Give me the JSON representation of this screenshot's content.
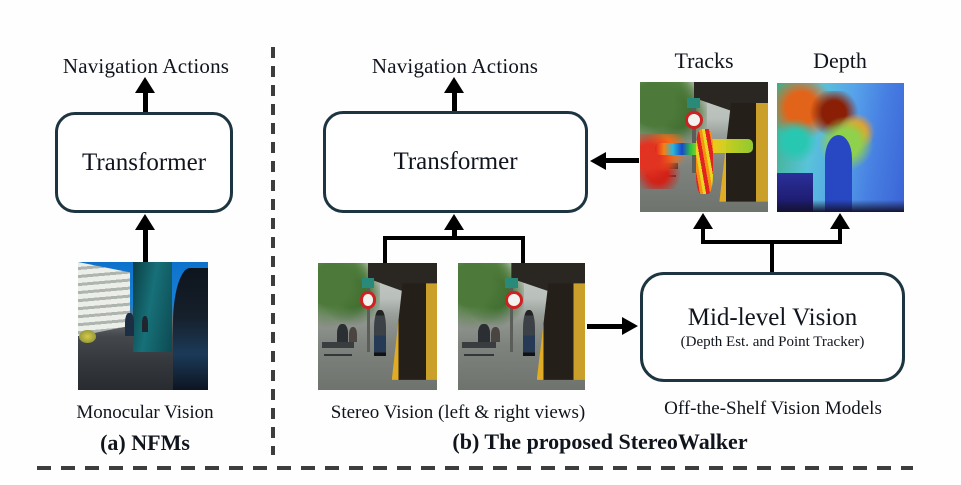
{
  "figure": {
    "panel_a": {
      "output_label": "Navigation Actions",
      "model_box": "Transformer",
      "input_caption": "Monocular Vision",
      "caption": "(a) NFMs"
    },
    "panel_b": {
      "output_label": "Navigation Actions",
      "model_box": "Transformer",
      "tracks_label": "Tracks",
      "depth_label": "Depth",
      "stereo_caption": "Stereo Vision (left & right views)",
      "midlevel_box_title": "Mid-level Vision",
      "midlevel_box_subtitle": "(Depth Est. and Point Tracker)",
      "offtheshelf_caption": "Off-the-Shelf Vision Models",
      "caption": "(b) The proposed StereoWalker"
    },
    "colors": {
      "box_border": "#1c3541",
      "arrow": "#000000",
      "divider": "#3d3d3d",
      "text": "#10141c"
    }
  }
}
